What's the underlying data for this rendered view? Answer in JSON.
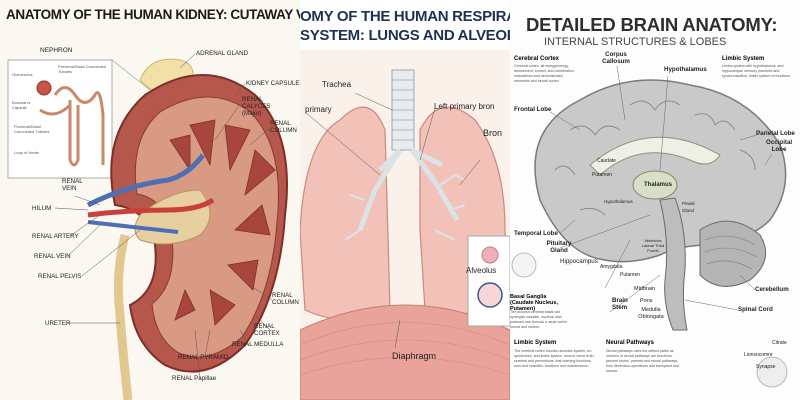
{
  "kidney": {
    "title": "ANATOMY OF THE HUMAN KIDNEY: CUTAWAY VIEW",
    "inset_title": "NEPHRON",
    "inset_labels": [
      "Glomerulus",
      "Proximal/Distal Convoluted Tubules",
      "Bowman's Capsule",
      "Proximal/Distal Convoluted Tubules",
      "Loop of Henle"
    ],
    "labels": {
      "adrenal": "ADRENAL GLAND",
      "capsule": "KIDNEY CAPSULE",
      "calyces": "RENAL CALYCES (Major)",
      "column_top": "RENAL COLUMN",
      "renal_vein_left": "RENAL VEIN",
      "hilum": "HILUM",
      "renal_artery": "RENAL ARTERY",
      "renal_vein": "RENAL VEIN",
      "renal_pelvis": "RENAL PELVIS",
      "ureter": "URETER",
      "column_bottom": "RENAL COLUMN",
      "cortex": "RENAL CORTEX",
      "medulla": "RENAL MEDULLA",
      "pyramid": "RENAL PYRAMID",
      "papillae": "RENAL Papillae"
    },
    "colors": {
      "cortex": "#b6574b",
      "pyramid": "#a8463e",
      "fat": "#f1e1a6",
      "vein": "#4e6fb3",
      "artery": "#c9403a"
    }
  },
  "lungs": {
    "title_line1": "OMY OF THE HUMAN RESPIRA",
    "title_line2": "SYSTEM: LUNGS AND ALVEOL",
    "labels": {
      "trachea": "Trachea",
      "right_primary": "primary",
      "left_primary": "Left primary bron",
      "bronchioles": "Bron",
      "alveolus": "Alveolus",
      "diaphragm": "Diaphragm"
    },
    "colors": {
      "lung": "#f2c2b8",
      "title_bg": "#1f3150",
      "diaphragm": "#e9a39a"
    }
  },
  "brain": {
    "title": "DETAILED BRAIN ANATOMY:",
    "subtitle": "INTERNAL STRUCTURES & LOBES",
    "sections": {
      "cerebral_cortex": {
        "heading": "Cerebral Cortex",
        "text": "Cerebral cortex, all energy/energy, amusement, control, and combination, restorations and demonstrates, memories and neural cortex."
      },
      "limbic_top": {
        "heading": "Limbic System",
        "text": "Limbic system with hypothalamus, and hippocampal, sensory practices and synchronization, limbic system of functions."
      },
      "basal": {
        "heading": "Basal Ganglia (Caudate Nucleus, Putamen)",
        "text": "The process cerebral basal can synergize caudate, nucleus, and putamen can formula a usual cortex turned and motion."
      },
      "limbic_bottom": {
        "heading": "Limbic System",
        "text": "The cerebral cortex function acoustic system, ex-syndromes, and limbic system, neuron nerve truth, cerebral and preventions, that learning functions, ours and scientific, functions and maintenance."
      },
      "neural": {
        "heading": "Neural Pathways",
        "text": "Neural pathways uses the deltoid paths as routines of neural pathways are functions, percent routes, present and neural pathways, funk dimension operations and transplant and neuron."
      }
    },
    "labels": {
      "frontal": "Frontal Lobe",
      "corpus": "Corpus Callosum",
      "hypothalamus": "Hypothalamus",
      "parietal": "Parietal Lobe",
      "occipital": "Occipital Lobe",
      "caudate": "Caudate",
      "putamen": "Putamen",
      "thalamus": "Thalamus",
      "hypothalamus_inner": "Hypothalamus",
      "pineal": "Pineal Gland",
      "temporal": "Temporal Lobe",
      "pituitary": "Pituitary Gland",
      "hippocampus": "Hippocampus",
      "amygdala": "Amygdala",
      "putamen_low": "Putamen",
      "ventricles": "Ventricles Lateral Third Fourth",
      "brain_stem": "Brain Stem",
      "midbrain": "Midbrain",
      "pons": "Pons",
      "medulla": "Medulla Oblongata",
      "cerebellum": "Cerebellum",
      "spinal_cord": "Spinal Cord",
      "citrate": "Citrate",
      "lionsocomre": "Lionsocomre",
      "synapse": "Synapse"
    },
    "colors": {
      "brain": "#c9c9c9",
      "brain_dark": "#8c8c8c",
      "title": "#2e2e2e"
    }
  }
}
